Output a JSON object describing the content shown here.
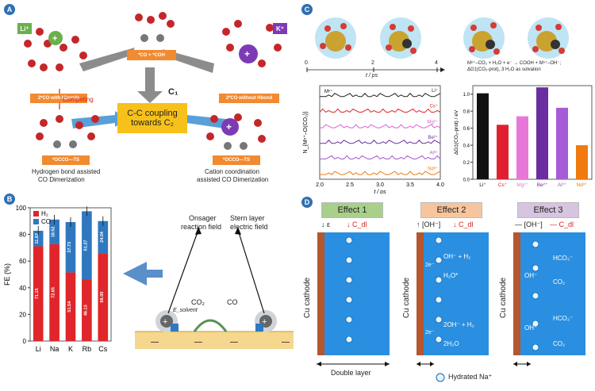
{
  "panel_labels": {
    "a": "A",
    "b": "B",
    "c": "C",
    "d": "D"
  },
  "panel_a": {
    "li_tag": "Li⁺",
    "k_tag": "K⁺",
    "co_cooh_box": "*CO + *COH",
    "c1_label": "C₁",
    "co_hbonds_box": "2*CO with Hbonds",
    "co_nohbond_box": "2*CO without Hbond",
    "competing": "Competing",
    "coupling_line1": "C-C coupling",
    "coupling_line2": "towards C₂",
    "occo_left": "*OCCO—TS",
    "occo_right": "*OCCO—TS",
    "caption_left_1": "Hydrogen bond assisted",
    "caption_left_2": "CO Dimerization",
    "caption_right_1": "Cation coordination",
    "caption_right_2": "assisted CO Dimerization"
  },
  "panel_b": {
    "onsager_1": "Onsager",
    "onsager_2": "reaction field",
    "stern_1": "Stern layer",
    "stern_2": "electric field",
    "co2": "CO₂",
    "co": "CO",
    "e_label": "E_solvent"
  },
  "panel_c": {
    "time_ticks": [
      "0",
      "2",
      "4"
    ],
    "time_label": "t / ps",
    "equation_1": "Mⁿ⁺–CO₂ + H₂O + e⁻ → COOH + Mⁿ⁺–OH⁻;",
    "equation_2": "ΔG‡(CO₂-prot), 3 H₂O as solvation",
    "trace_ylabel": "N_{Mⁿ⁺–O(CO₂)}",
    "trace_xlabel": "t / ps",
    "trace_xticks": [
      "2.0",
      "2.5",
      "3.0",
      "3.5",
      "4.0"
    ],
    "inset_label": "Mⁿ⁺",
    "trace_series": [
      {
        "name": "Li⁺",
        "color": "#222222"
      },
      {
        "name": "Cs⁺",
        "color": "#e02020"
      },
      {
        "name": "Mg²⁺",
        "color": "#e060d0"
      },
      {
        "name": "Be²⁺",
        "color": "#6a2ea0"
      },
      {
        "name": "Al³⁺",
        "color": "#a050d0"
      },
      {
        "name": "Nd³⁺",
        "color": "#f07a10"
      }
    ],
    "bar_ylabel": "ΔG‡(CO₂-prot) / eV"
  },
  "panel_d": {
    "effect1": "Effect 1",
    "effect2": "Effect 2",
    "effect3": "Effect 3",
    "e1_sub_e": "↓ ε",
    "e1_sub_c": "↓ C_dl",
    "e2_sub_oh": "↑ [OH⁻]",
    "e2_sub_c": "↓ C_dl",
    "e3_sub_oh": "— [OH⁻]",
    "e3_sub_c": "— C_dl",
    "cathode": "Cu cathode",
    "double_layer": "Double layer",
    "hydrated": "Hydrated Na⁺",
    "e2_species": [
      "OH⁻ + H₂",
      "H₂O*",
      "2OH⁻ + H₂",
      "2H₂O"
    ],
    "e2_2e_top": "2e⁻",
    "e2_2e_bottom": "2e⁻",
    "e3_species": [
      "HCO₃⁻",
      "CO₂",
      "HCO₃⁻",
      "CO₂"
    ],
    "e3_oh": [
      "OH⁻",
      "OH⁻"
    ]
  },
  "chart_data": [
    {
      "type": "bar",
      "title": "",
      "xlabel": "",
      "ylabel": "FE (%)",
      "ylim": [
        0,
        100
      ],
      "yticks": [
        0,
        20,
        40,
        60,
        80,
        100
      ],
      "categories": [
        "Li",
        "Na",
        "K",
        "Rb",
        "Cs"
      ],
      "stacked": true,
      "legend": "top-left",
      "series": [
        {
          "name": "H₂",
          "color": "#e0262a",
          "values": [
            71.15,
            72.65,
            51.54,
            46.13,
            66.0
          ]
        },
        {
          "name": "CO",
          "color": "#2f78c0",
          "values": [
            11.62,
            18.52,
            37.73,
            51.27,
            24.04
          ]
        }
      ]
    },
    {
      "type": "bar",
      "title": "",
      "xlabel": "",
      "ylabel": "ΔG‡(CO₂-prot) / eV",
      "ylim": [
        0,
        1.1
      ],
      "yticks": [
        0.0,
        0.2,
        0.4,
        0.6,
        0.8,
        1.0
      ],
      "categories": [
        "Li⁺",
        "Cs⁺",
        "Mg²⁺",
        "Be²⁺",
        "Al³⁺",
        "Nd³⁺"
      ],
      "values": [
        1.01,
        0.64,
        0.74,
        1.08,
        0.84,
        0.4
      ],
      "colors": [
        "#111111",
        "#e02030",
        "#e878d8",
        "#6a2ea0",
        "#a65cd6",
        "#f07a10"
      ]
    }
  ]
}
